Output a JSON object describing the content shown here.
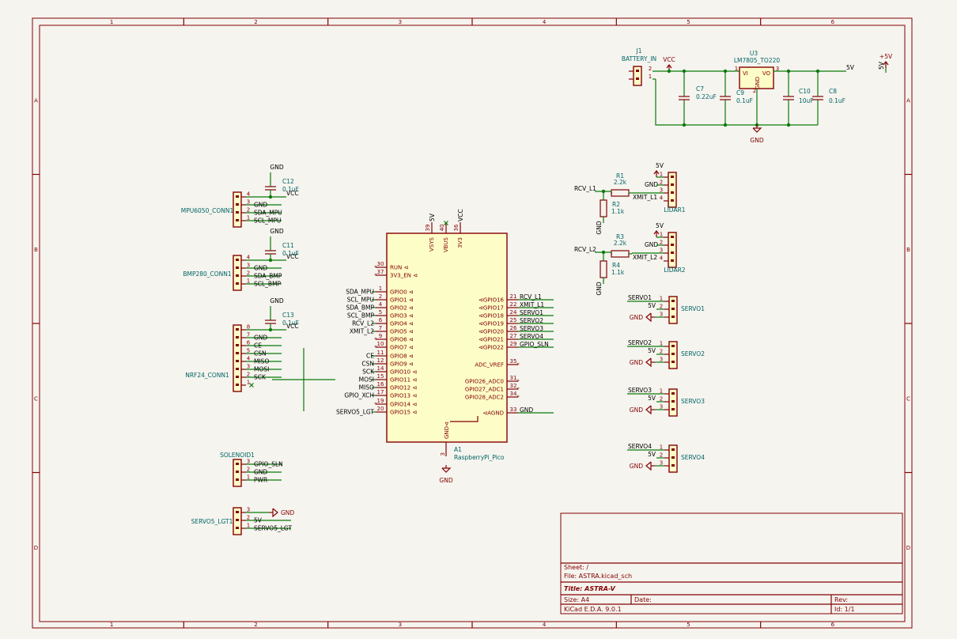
{
  "frame": {
    "cols": [
      "1",
      "2",
      "3",
      "4",
      "5",
      "6"
    ],
    "rows": [
      "A",
      "B",
      "C",
      "D"
    ]
  },
  "pico": {
    "ref": "A1",
    "value": "RaspberryPi_Pico",
    "top": [
      {
        "num": "39",
        "name": "VSYS",
        "net": "5V"
      },
      {
        "num": "40",
        "name": "VBUS",
        "net": ""
      },
      {
        "num": "36",
        "name": "3V3",
        "net": "VCC"
      }
    ],
    "left": [
      {
        "num": "30",
        "name": "RUN",
        "net": "",
        "nc": true
      },
      {
        "num": "37",
        "name": "3V3_EN",
        "net": "",
        "nc": true
      },
      {
        "num": "1",
        "name": "GPIO0",
        "net": "SDA_MPU"
      },
      {
        "num": "2",
        "name": "GPIO1",
        "net": "SCL_MPU"
      },
      {
        "num": "4",
        "name": "GPIO2",
        "net": "SDA_BMP"
      },
      {
        "num": "5",
        "name": "GPIO3",
        "net": "SCL_BMP"
      },
      {
        "num": "6",
        "name": "GPIO4",
        "net": "RCV_L2"
      },
      {
        "num": "7",
        "name": "GPIO5",
        "net": "XMIT_L2"
      },
      {
        "num": "9",
        "name": "GPIO6",
        "net": "",
        "nc": true
      },
      {
        "num": "10",
        "name": "GPIO7",
        "net": "",
        "nc": true
      },
      {
        "num": "11",
        "name": "GPIO8",
        "net": "CE"
      },
      {
        "num": "12",
        "name": "GPIO9",
        "net": "CSN"
      },
      {
        "num": "14",
        "name": "GPIO10",
        "net": "SCK"
      },
      {
        "num": "15",
        "name": "GPIO11",
        "net": "MOSI"
      },
      {
        "num": "16",
        "name": "GPIO12",
        "net": "MISO"
      },
      {
        "num": "17",
        "name": "GPIO13",
        "net": "GPIO_XCH"
      },
      {
        "num": "19",
        "name": "GPIO14",
        "net": "",
        "nc": true
      },
      {
        "num": "20",
        "name": "GPIO15",
        "net": "SERVO5_LGT"
      }
    ],
    "right": [
      {
        "num": "21",
        "name": "GPIO16",
        "net": "RCV_L1"
      },
      {
        "num": "22",
        "name": "GPIO17",
        "net": "XMIT_L1"
      },
      {
        "num": "24",
        "name": "GPIO18",
        "net": "SERVO1"
      },
      {
        "num": "25",
        "name": "GPIO19",
        "net": "SERVO2"
      },
      {
        "num": "26",
        "name": "GPIO20",
        "net": "SERVO3"
      },
      {
        "num": "27",
        "name": "GPIO21",
        "net": "SERVO4"
      },
      {
        "num": "29",
        "name": "GPIO22",
        "net": "GPIO_SLN"
      },
      {
        "num": "35",
        "name": "ADC_VREF",
        "net": "",
        "nc": true
      },
      {
        "num": "31",
        "name": "GPIO26_ADC0",
        "net": "",
        "nc": true
      },
      {
        "num": "32",
        "name": "GPIO27_ADC1",
        "net": "",
        "nc": true
      },
      {
        "num": "34",
        "name": "GPIO28_ADC2",
        "net": "",
        "nc": true
      },
      {
        "num": "33",
        "name": "AGND",
        "net": "GND"
      }
    ],
    "bottom": {
      "num": "3",
      "name": "GND",
      "net": "GND"
    }
  },
  "power": {
    "j1": "J1",
    "j1_value": "BATTERY_IN",
    "vcc": "VCC",
    "u3": "U3",
    "u3_value": "LM7805_TO220",
    "vi": "VI",
    "vo": "VO",
    "gnd": "GND",
    "caps": [
      {
        "ref": "C7",
        "value": "0.22uF"
      },
      {
        "ref": "C9",
        "value": "0.1uF"
      },
      {
        "ref": "C10",
        "value": "10uF"
      },
      {
        "ref": "C8",
        "value": "0.1uF"
      }
    ],
    "out": "5V",
    "p5v": "+5V",
    "p5v_net": "5V"
  },
  "conns": [
    {
      "label": "MPU6050_CONN1",
      "cap": "C12",
      "capv": "0.1uF",
      "gnd": "GND",
      "vcc": "VCC",
      "pins": [
        {
          "n": "4",
          "t": ""
        },
        {
          "n": "3",
          "t": "GND"
        },
        {
          "n": "2",
          "t": "SDA_MPU"
        },
        {
          "n": "1",
          "t": "SCL_MPU"
        }
      ]
    },
    {
      "label": "BMP280_CONN1",
      "cap": "C11",
      "capv": "0.1uF",
      "gnd": "GND",
      "vcc": "VCC",
      "pins": [
        {
          "n": "4",
          "t": ""
        },
        {
          "n": "3",
          "t": "GND"
        },
        {
          "n": "2",
          "t": "SDA_BMP"
        },
        {
          "n": "1",
          "t": "SCL_BMP"
        }
      ]
    },
    {
      "label": "NRF24_CONN1",
      "cap": "C13",
      "capv": "0.1uF",
      "gnd": "GND",
      "vcc": "VCC",
      "pins": [
        {
          "n": "8",
          "t": ""
        },
        {
          "n": "7",
          "t": "GND"
        },
        {
          "n": "6",
          "t": "CE"
        },
        {
          "n": "5",
          "t": "CSN"
        },
        {
          "n": "4",
          "t": "MISO"
        },
        {
          "n": "3",
          "t": "MOSI"
        },
        {
          "n": "2",
          "t": "SCK"
        },
        {
          "n": "1",
          "t": ""
        }
      ]
    }
  ],
  "solenoid": {
    "label": "SOLENOID1",
    "pins": [
      {
        "n": "3",
        "t": "GPIO_SLN"
      },
      {
        "n": "2",
        "t": "GND"
      },
      {
        "n": "1",
        "t": "PWR"
      }
    ]
  },
  "servo5": {
    "label": "SERVO5_LGT1",
    "gnd": "GND",
    "pins": [
      {
        "n": "3",
        "t": ""
      },
      {
        "n": "2",
        "t": "5V"
      },
      {
        "n": "1",
        "t": "SERVO5_LGT"
      }
    ]
  },
  "lidars": [
    {
      "label": "LIDAR1",
      "rcv": "RCV_L1",
      "xmit": "XMIT_L1",
      "r_top": "R1",
      "r_top_v": "2.2k",
      "r_bot": "R2",
      "r_bot_v": "1.1k",
      "v5": "5V",
      "gnd": "GND",
      "gnd2": "GND",
      "pins": [
        "1",
        "2",
        "3",
        "4"
      ]
    },
    {
      "label": "LIDAR2",
      "rcv": "RCV_L2",
      "xmit": "XMIT_L2",
      "r_top": "R3",
      "r_top_v": "2.2k",
      "r_bot": "R4",
      "r_bot_v": "1.1k",
      "v5": "5V",
      "gnd": "GND",
      "gnd2": "GND",
      "pins": [
        "1",
        "2",
        "3",
        "4"
      ]
    }
  ],
  "servos": [
    {
      "label": "SERVO1",
      "sig": "SERVO1",
      "v5": "5V",
      "gnd": "GND"
    },
    {
      "label": "SERVO2",
      "sig": "SERVO2",
      "v5": "5V",
      "gnd": "GND"
    },
    {
      "label": "SERVO3",
      "sig": "SERVO3",
      "v5": "5V",
      "gnd": "GND"
    },
    {
      "label": "SERVO4",
      "sig": "SERVO4",
      "v5": "5V",
      "gnd": "GND"
    }
  ],
  "titleblock": {
    "sheet": "Sheet: /",
    "file": "File: ASTRA.kicad_sch",
    "title_label": "Title:",
    "title": "ASTRA-V",
    "size": "Size: A4",
    "date": "Date:",
    "rev": "Rev:",
    "tool": "KiCad E.D.A. 9.0.1",
    "id": "Id: 1/1"
  }
}
